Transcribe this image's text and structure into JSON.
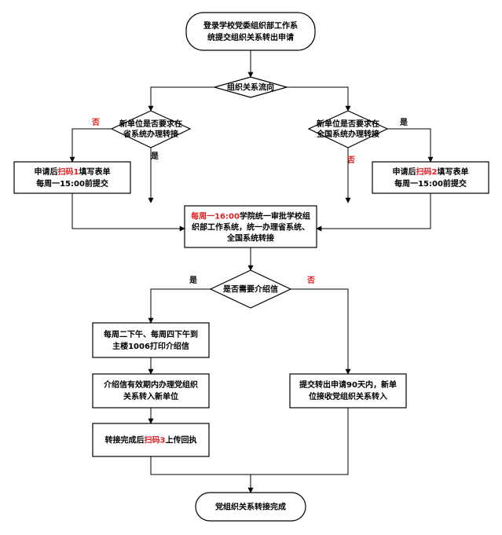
{
  "colors": {
    "highlight": "#e02020",
    "text": "#000000",
    "line": "#000000"
  },
  "nodes": {
    "start": {
      "lines": [
        [
          {
            "t": "登录学校党委组织部工作系"
          }
        ],
        [
          {
            "t": "统提交组织关系转出申请"
          }
        ]
      ]
    },
    "flow": {
      "lines": [
        [
          {
            "t": "组织关系流向"
          }
        ]
      ]
    },
    "left_dec": {
      "lines": [
        [
          {
            "t": "新单位是否要求在"
          }
        ],
        [
          {
            "t": "省系统办理转接"
          }
        ]
      ]
    },
    "right_dec": {
      "lines": [
        [
          {
            "t": "新单位是否要求在"
          }
        ],
        [
          {
            "t": "全国系统办理转接"
          }
        ]
      ]
    },
    "left_box": {
      "lines": [
        [
          {
            "t": "申请后"
          },
          {
            "t": "扫码1",
            "hl": true
          },
          {
            "t": "填写表单"
          }
        ],
        [
          {
            "t": "每周一15:00前提交"
          }
        ]
      ]
    },
    "right_box": {
      "lines": [
        [
          {
            "t": "申请后"
          },
          {
            "t": "扫码2",
            "hl": true
          },
          {
            "t": "填写表单"
          }
        ],
        [
          {
            "t": "每周一15:00前提交"
          }
        ]
      ]
    },
    "review": {
      "lines": [
        [
          {
            "t": "每周一16:00",
            "hl": true
          },
          {
            "t": "学院统一审批学校组"
          }
        ],
        [
          {
            "t": "织部工作系统，统一办理省系统、"
          }
        ],
        [
          {
            "t": "全国系统转接"
          }
        ]
      ]
    },
    "letter_dec": {
      "lines": [
        [
          {
            "t": "是否需要介绍信"
          }
        ]
      ]
    },
    "print_letter": {
      "lines": [
        [
          {
            "t": "每周二下午、每周四下午到"
          }
        ],
        [
          {
            "t": "主楼1006打印介绍信"
          }
        ]
      ]
    },
    "valid_letter": {
      "lines": [
        [
          {
            "t": "介绍信有效期内办理党组织"
          }
        ],
        [
          {
            "t": "关系转入新单位"
          }
        ]
      ]
    },
    "upload": {
      "lines": [
        [
          {
            "t": "转接完成后"
          },
          {
            "t": "扫码3",
            "hl": true
          },
          {
            "t": "上传回执"
          }
        ]
      ]
    },
    "direct": {
      "lines": [
        [
          {
            "t": "提交转出申请90天内，新单"
          }
        ],
        [
          {
            "t": "位接收党组织关系转入"
          }
        ]
      ]
    },
    "end": {
      "lines": [
        [
          {
            "t": "党组织关系转接完成"
          }
        ]
      ]
    }
  },
  "edge_labels": {
    "left_no": {
      "text": "否",
      "color": "#e02020"
    },
    "left_yes": {
      "text": "是",
      "color": "#000000"
    },
    "right_yes": {
      "text": "是",
      "color": "#000000"
    },
    "right_no": {
      "text": "否",
      "color": "#e02020"
    },
    "letter_yes": {
      "text": "是",
      "color": "#000000"
    },
    "letter_no": {
      "text": "否",
      "color": "#e02020"
    }
  }
}
